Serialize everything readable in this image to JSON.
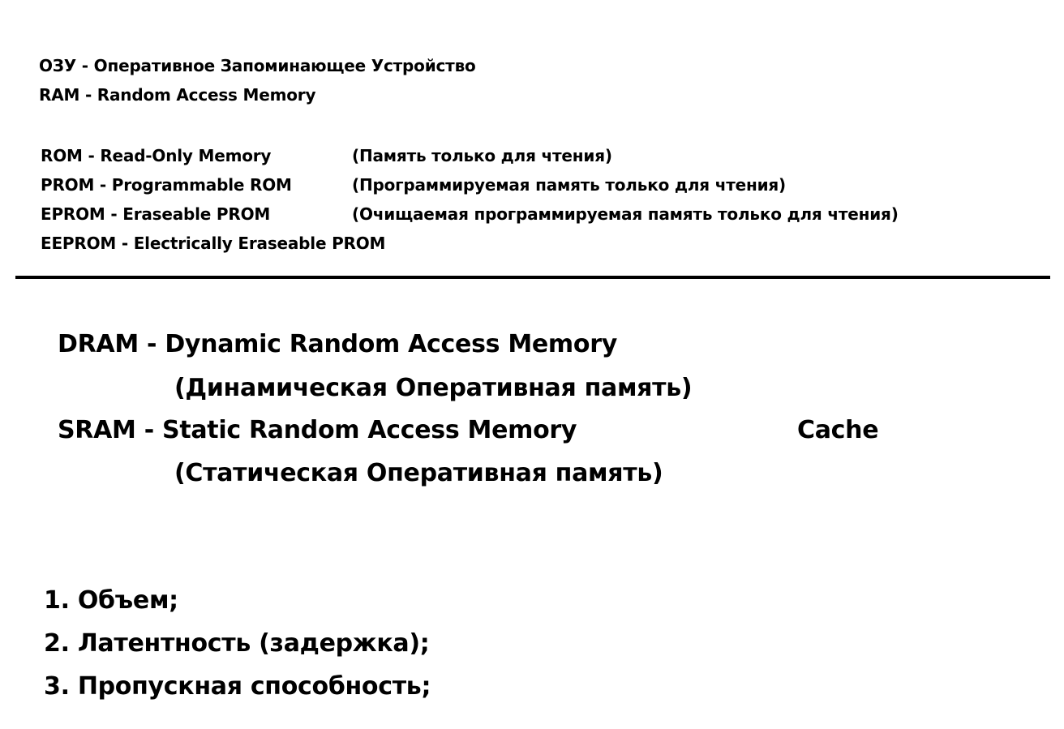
{
  "top": {
    "ozu_line": "ОЗУ - Оперативное Запоминающее Устройство",
    "ram_line": "RAM - Random Access Memory",
    "rom_items": [
      {
        "term": "ROM - Read-Only Memory",
        "translation": "(Память только для чтения)"
      },
      {
        "term": "PROM - Programmable ROM",
        "translation": "(Программируемая память только для чтения)"
      },
      {
        "term": "EPROM - Eraseable PROM",
        "translation": "(Очищаемая программируемая память только для чтения)"
      },
      {
        "term": "EEPROM - Electrically Eraseable PROM",
        "translation": ""
      }
    ]
  },
  "middle": {
    "dram_line": "DRAM - Dynamic Random Access Memory",
    "dram_translation": "(Динамическая Оперативная память)",
    "sram_line": "SRAM - Static Random Access Memory",
    "cache_label": "Cache",
    "sram_translation": "(Статическая Оперативная память)"
  },
  "list": [
    "1. Объем;",
    "2. Латентность (задержка);",
    "3. Пропускная способность;"
  ]
}
